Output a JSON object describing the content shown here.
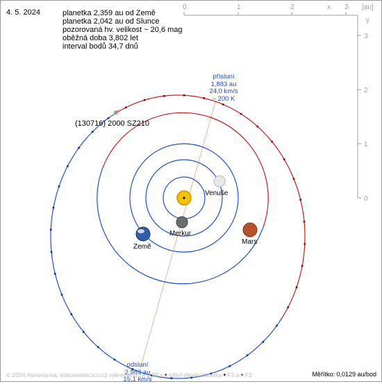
{
  "date": "4. 5. 2024",
  "info": [
    "planetka 2,359 au od Země",
    "planetka 2,042 au od Slunce",
    "pozorovaná hv. velikost ~ 20,6 mag",
    "oběžná doba 3,802 let",
    "interval bodů 34,7 dnů"
  ],
  "axes": {
    "unit": "[au]",
    "x_axis_name": "x",
    "y_axis_name": "y",
    "x_ticks": [
      "0",
      "1",
      "2",
      "3"
    ],
    "y_ticks": [
      "3",
      "2",
      "1",
      "0"
    ]
  },
  "object_name": "(130716) 2000 SZ210",
  "perihelion": {
    "title": "přísluní",
    "distance": "1,883 au",
    "speed": "24,0 km/s",
    "temperature": "~ 200 K"
  },
  "aphelion": {
    "title": "odsluní",
    "distance": "2,989 au",
    "speed": "15,1 km/s"
  },
  "planets": {
    "venus": "Venuše",
    "mercury": "Merkur",
    "earth": "Země",
    "mars": "Mars"
  },
  "footer": {
    "copyright": "© 2024 Astronomia, astronomia.zcu.cz",
    "note": "vykresleno za 0,09 s",
    "legend_ellipse": "střed elipsy, ohniska",
    "f1": "F1 a",
    "f2": "F2"
  },
  "scale": "Měřítko: 0,0129 au/bod",
  "colors": {
    "orbit_blue": "#1a4fd8",
    "orbit_red": "#cc1a1a",
    "apsis_line": "#f0b090",
    "axis_gray": "#a0a0a0"
  }
}
